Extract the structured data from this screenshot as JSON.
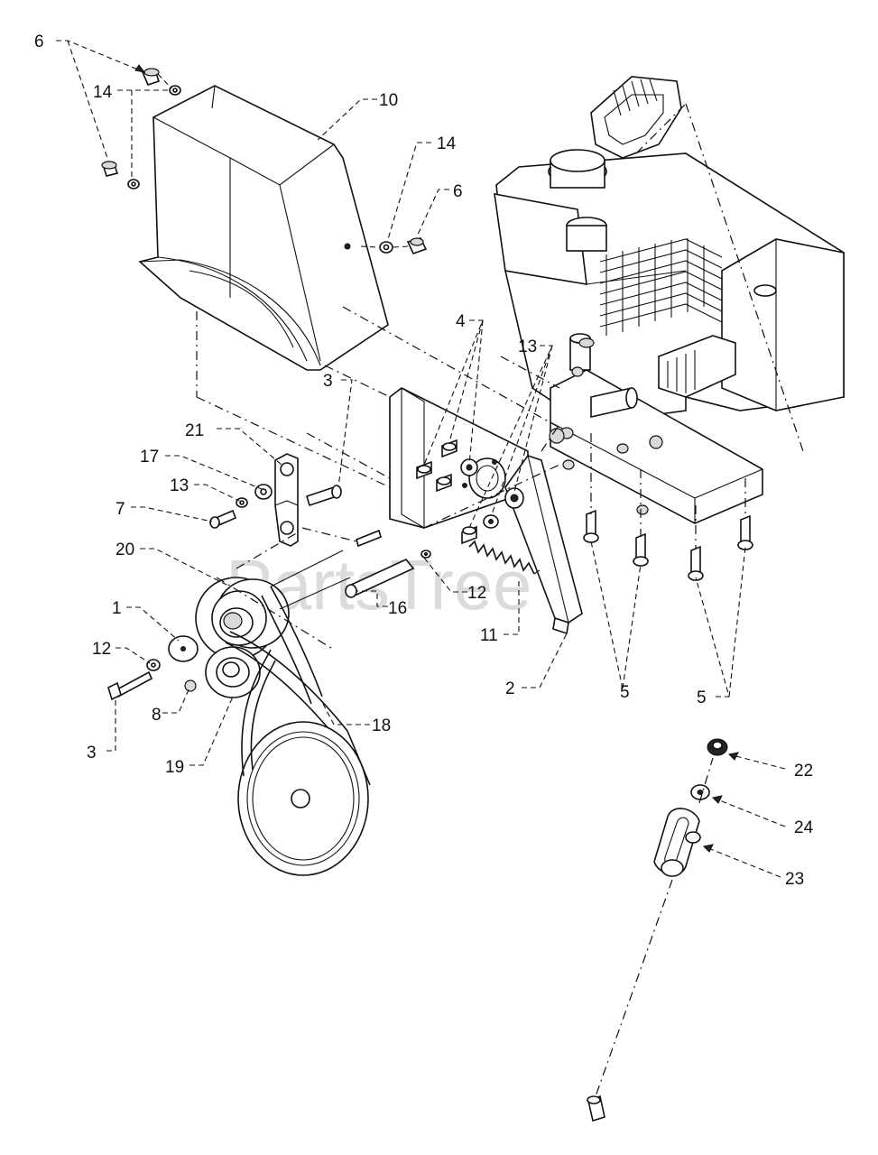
{
  "watermark": "PartsTree",
  "callouts": [
    {
      "id": "c6a",
      "text": "6"
    },
    {
      "id": "c14a",
      "text": "14"
    },
    {
      "id": "c10",
      "text": "10"
    },
    {
      "id": "c14b",
      "text": "14"
    },
    {
      "id": "c6b",
      "text": "6"
    },
    {
      "id": "c4",
      "text": "4"
    },
    {
      "id": "c13a",
      "text": "13"
    },
    {
      "id": "c3a",
      "text": "3"
    },
    {
      "id": "c21",
      "text": "21"
    },
    {
      "id": "c17",
      "text": "17"
    },
    {
      "id": "c13b",
      "text": "13"
    },
    {
      "id": "c7",
      "text": "7"
    },
    {
      "id": "c20",
      "text": "20"
    },
    {
      "id": "c1",
      "text": "1"
    },
    {
      "id": "c12a",
      "text": "12"
    },
    {
      "id": "c8",
      "text": "8"
    },
    {
      "id": "c3b",
      "text": "3"
    },
    {
      "id": "c19",
      "text": "19"
    },
    {
      "id": "c18",
      "text": "18"
    },
    {
      "id": "c16",
      "text": "16"
    },
    {
      "id": "c12b",
      "text": "12"
    },
    {
      "id": "c11",
      "text": "11"
    },
    {
      "id": "c2",
      "text": "2"
    },
    {
      "id": "c5a",
      "text": "5"
    },
    {
      "id": "c5b",
      "text": "5"
    },
    {
      "id": "c22",
      "text": "22"
    },
    {
      "id": "c24",
      "text": "24"
    },
    {
      "id": "c23",
      "text": "23"
    }
  ]
}
